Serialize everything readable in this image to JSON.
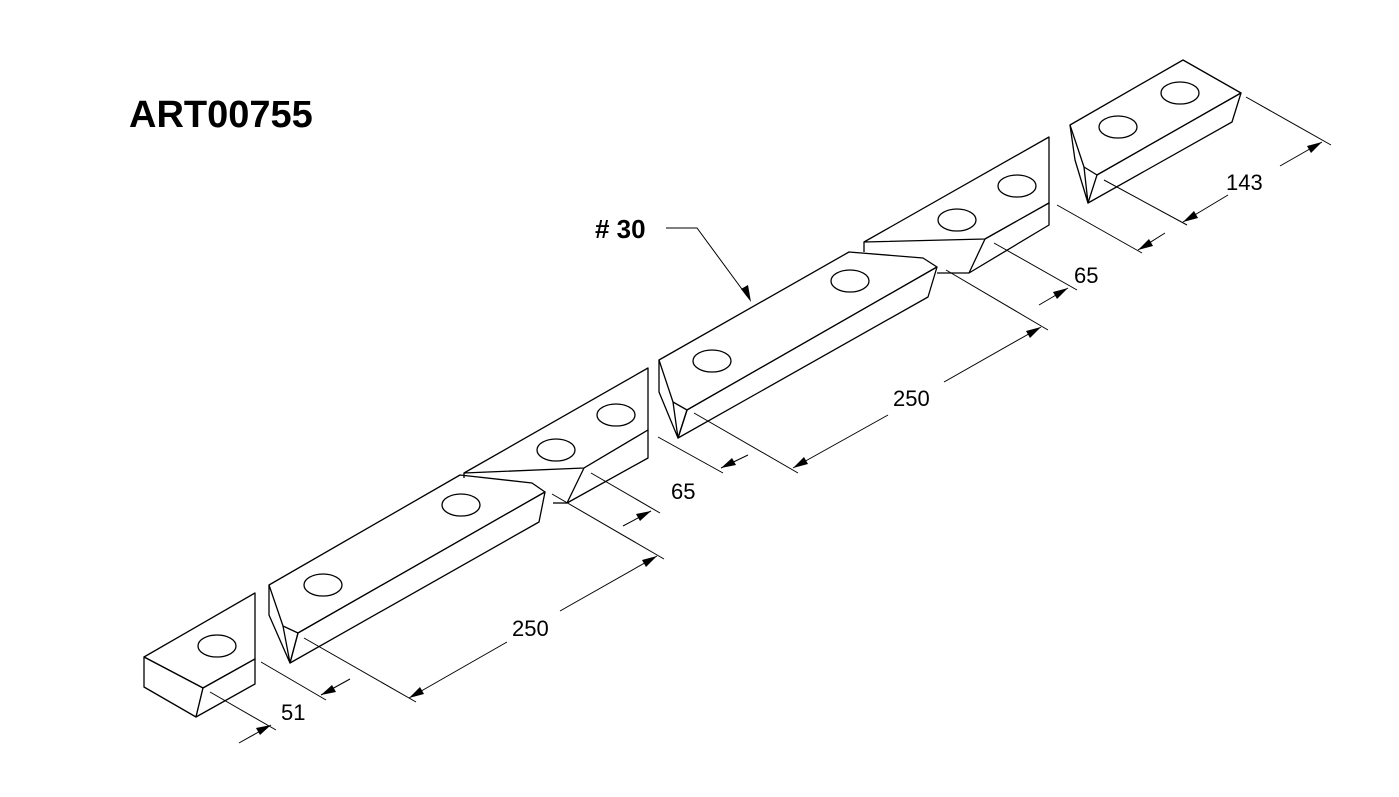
{
  "title": "ART00755",
  "callout": "# 30",
  "dimensions": {
    "end_block_left": "51",
    "bar_lower": "250",
    "triangle_lower": "65",
    "bar_upper": "250",
    "triangle_upper": "65",
    "end_block_right": "143"
  }
}
